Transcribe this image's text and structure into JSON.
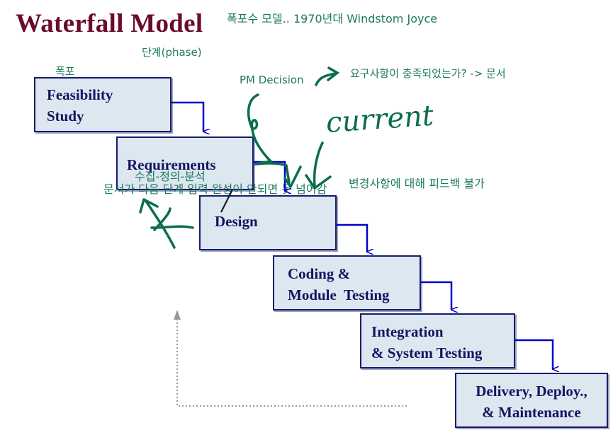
{
  "title": "Waterfall Model",
  "annotations": {
    "history_note": "폭포수 모델.. 1970년대 Windstom Joyce",
    "phase_note": "단계(phase)",
    "waterfall_note": "폭포",
    "pm_decision": "PM Decision",
    "pm_decision_question": "요구사항이 충족되었는가? -> 문서",
    "requirements_sub": "수집-정의-분석",
    "document_note": "문서가 다음 단계 입력 완성이 안되면 못 넘어감",
    "no_feedback_note": "변경사항에 대해 피드백 불가",
    "handwritten_current": "current"
  },
  "phases": [
    {
      "id": "feasibility",
      "label": "Feasibility\nStudy"
    },
    {
      "id": "requirements",
      "label": "Requirements"
    },
    {
      "id": "design",
      "label": "Design"
    },
    {
      "id": "coding",
      "label": "Coding &\nModule  Testing"
    },
    {
      "id": "integration",
      "label": "Integration\n& System Testing"
    },
    {
      "id": "delivery",
      "label": "Delivery, Deploy.,\n& Maintenance"
    }
  ],
  "colors": {
    "title": "#6b0a2e",
    "box_fill": "#dde7f0",
    "box_border": "#1a1a6e",
    "flow_arrow": "#0000cc",
    "annotation_green": "#1d7a5c",
    "ink_green": "#0b6e4a",
    "feedback_dotted": "#999999"
  }
}
